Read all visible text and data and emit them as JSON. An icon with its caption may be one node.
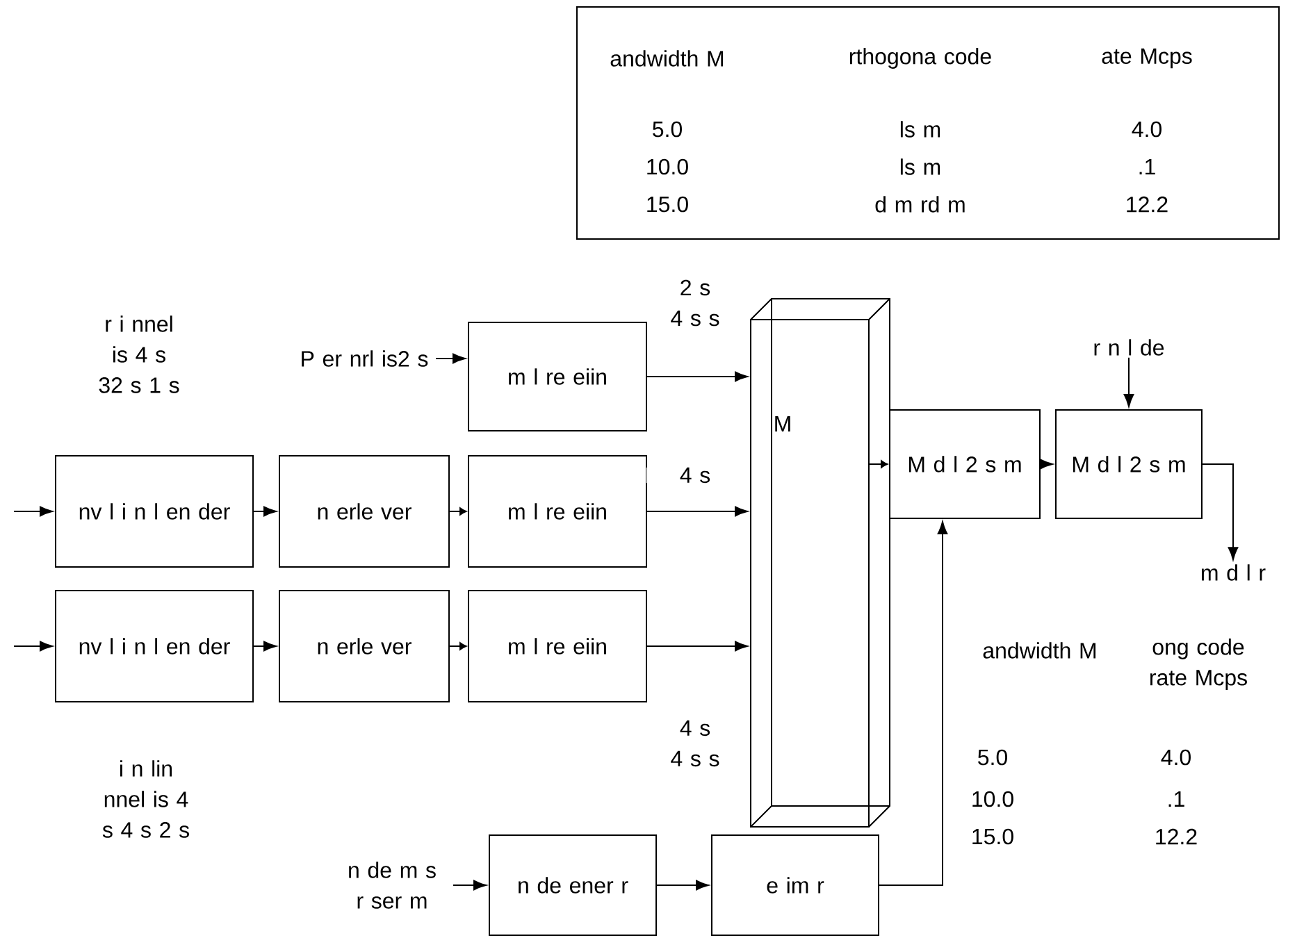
{
  "diagram": {
    "nodes": [
      {
        "text": [
          "andwidth M",
          "rthogona code",
          "ate Mcps",
          "5.0",
          "ls m",
          "4.0",
          "10.0",
          "ls m",
          ".1",
          "15.0",
          "d m rd m",
          "12.2"
        ]
      },
      {
        "text": [
          "P er nrl is2 s"
        ]
      },
      {
        "text": [
          "m l re eiin"
        ]
      },
      {
        "text": [
          "nv l i n l en der"
        ]
      },
      {
        "text": [
          "n erle ver"
        ]
      },
      {
        "text": [
          "m l re eiin"
        ]
      },
      {
        "text": [
          "nv l i n l en der"
        ]
      },
      {
        "text": [
          "n erle ver"
        ]
      },
      {
        "text": [
          "m l re eiin"
        ]
      },
      {
        "text": [
          "M"
        ]
      },
      {
        "text": [
          "M d l 2 s m"
        ]
      },
      {
        "text": [
          "M d l 2 s m"
        ]
      },
      {
        "text": [
          "r n l de"
        ]
      },
      {
        "text": [
          "n de m s r ser m"
        ]
      },
      {
        "text": [
          "n de ener r"
        ]
      },
      {
        "text": [
          "e im r"
        ]
      },
      {
        "text": [
          "m d l r"
        ]
      }
    ],
    "edges": [
      {
        "from": 1,
        "to": 2,
        "arrow": "to"
      },
      {
        "from": 2,
        "to": 9,
        "arrow": "to",
        "label": "2 s 4 s s"
      },
      {
        "from": null,
        "to": 3,
        "arrow": "to"
      },
      {
        "from": 3,
        "to": 4,
        "arrow": "to"
      },
      {
        "from": 4,
        "to": 5,
        "arrow": "to"
      },
      {
        "from": 5,
        "to": 9,
        "arrow": "to",
        "label": "4 s"
      },
      {
        "from": null,
        "to": 6,
        "arrow": "to"
      },
      {
        "from": 6,
        "to": 7,
        "arrow": "to"
      },
      {
        "from": 7,
        "to": 8,
        "arrow": "to"
      },
      {
        "from": 8,
        "to": 9,
        "arrow": "to",
        "label": "4 s 4 s s"
      },
      {
        "from": 9,
        "to": 10,
        "arrow": "to"
      },
      {
        "from": 10,
        "to": 11,
        "arrow": "to"
      },
      {
        "from": 12,
        "to": 11,
        "arrow": "to"
      },
      {
        "from": 11,
        "to": 16,
        "arrow": "to"
      },
      {
        "from": 13,
        "to": 14,
        "arrow": "to"
      },
      {
        "from": 14,
        "to": 15,
        "arrow": "to"
      },
      {
        "from": 15,
        "to": 10,
        "arrow": "to"
      }
    ],
    "labels": [
      "r i nnel is 4 s 32 s 1 s",
      "i n lin nnel is 4 s 4 s 2 s",
      "andwidth M",
      "ong code rate Mcps",
      "5.0",
      "4.0",
      "10.0",
      ".1",
      "15.0",
      "12.2"
    ]
  }
}
